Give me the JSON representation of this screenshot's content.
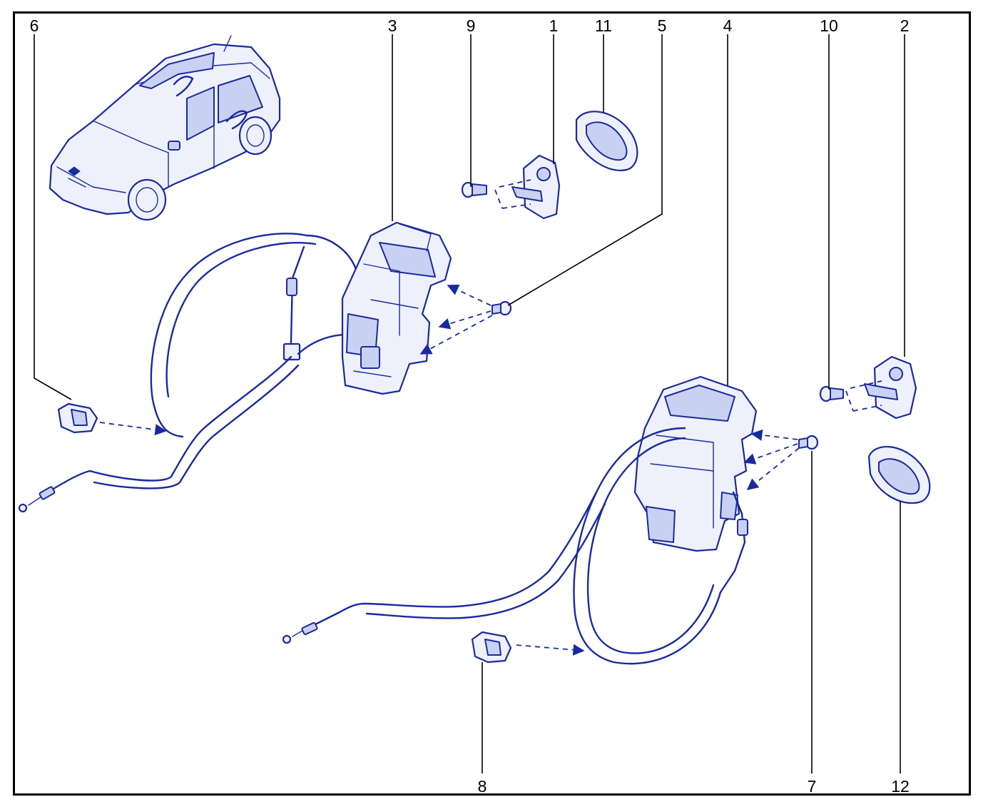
{
  "callouts": [
    {
      "id": "6",
      "label": "6"
    },
    {
      "id": "3",
      "label": "3"
    },
    {
      "id": "9",
      "label": "9"
    },
    {
      "id": "1",
      "label": "1"
    },
    {
      "id": "11",
      "label": "11"
    },
    {
      "id": "5",
      "label": "5"
    },
    {
      "id": "4",
      "label": "4"
    },
    {
      "id": "10",
      "label": "10"
    },
    {
      "id": "2",
      "label": "2"
    },
    {
      "id": "8",
      "label": "8"
    },
    {
      "id": "7",
      "label": "7"
    },
    {
      "id": "12",
      "label": "12"
    }
  ],
  "colors": {
    "ink": "#1a2a9e",
    "frame": "#000000",
    "background": "#ffffff"
  }
}
